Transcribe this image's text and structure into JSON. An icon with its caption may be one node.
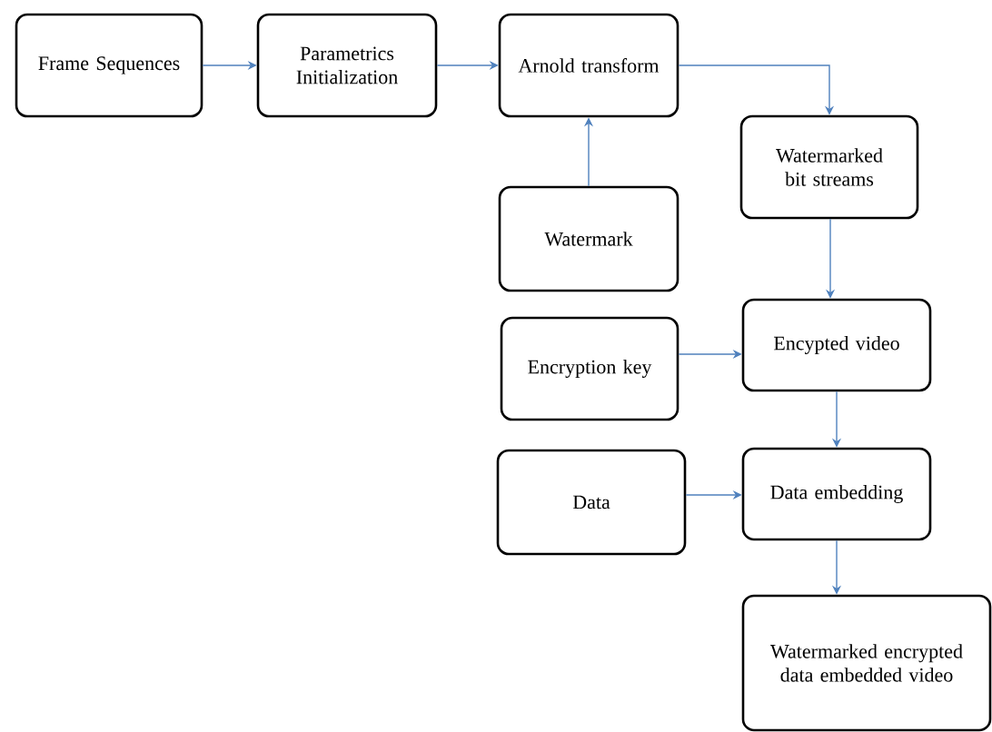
{
  "diagram": {
    "nodes": [
      {
        "text": [
          "Frame Sequences"
        ]
      },
      {
        "text": [
          "Parametrics Initialization"
        ]
      },
      {
        "text": [
          "Arnold transform"
        ]
      },
      {
        "text": [
          "Watermarked bit streams"
        ]
      },
      {
        "text": [
          "Watermark"
        ]
      },
      {
        "text": [
          "Encryption key"
        ]
      },
      {
        "text": [
          "Encypted video"
        ]
      },
      {
        "text": [
          "Data"
        ]
      },
      {
        "text": [
          "Data embedding"
        ]
      },
      {
        "text": [
          "Watermarked encrypted data embedded video"
        ]
      }
    ],
    "edges": [
      {
        "from": 0,
        "to": 1,
        "arrow": "to"
      },
      {
        "from": 1,
        "to": 2,
        "arrow": "to"
      },
      {
        "from": 2,
        "to": 3,
        "arrow": "to"
      },
      {
        "from": 4,
        "to": 2,
        "arrow": "to"
      },
      {
        "from": 3,
        "to": 6,
        "arrow": "to"
      },
      {
        "from": 5,
        "to": 6,
        "arrow": "to"
      },
      {
        "from": 6,
        "to": 8,
        "arrow": "to"
      },
      {
        "from": 7,
        "to": 8,
        "arrow": "to"
      },
      {
        "from": 8,
        "to": 9,
        "arrow": "to"
      }
    ]
  }
}
